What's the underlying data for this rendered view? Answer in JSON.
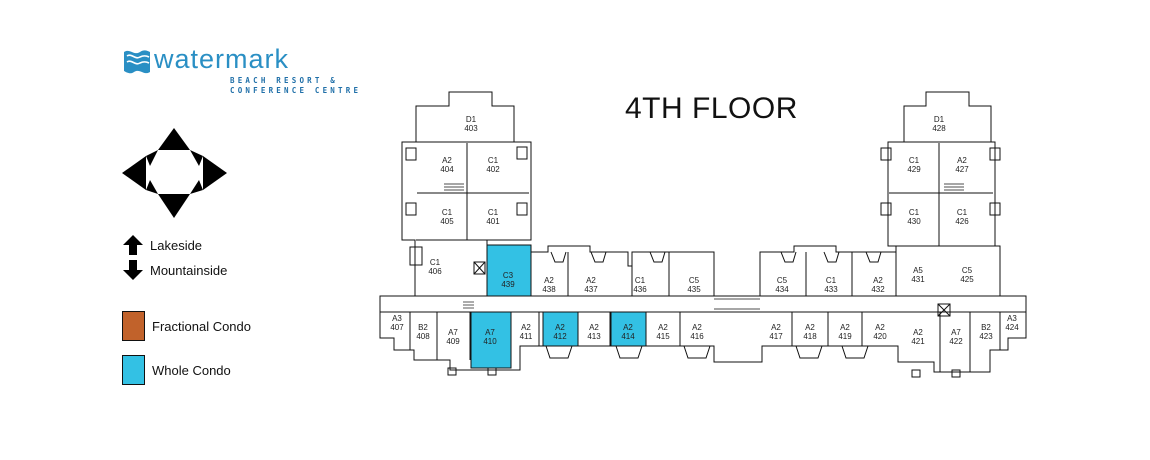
{
  "logo": {
    "wordmark": "watermark",
    "tagline_1": "BEACH RESORT &",
    "tagline_2": "CONFERENCE CENTRE"
  },
  "floor_title": "4TH FLOOR",
  "legend": {
    "lakeside": "Lakeside",
    "mountainside": "Mountainside",
    "fractional": "Fractional Condo",
    "whole": "Whole Condo"
  },
  "colors": {
    "fractional": "#c1622b",
    "whole": "#33c1e4",
    "brand": "#2a8fc4"
  },
  "units": {
    "u403": {
      "type": "D1",
      "num": "403"
    },
    "u404": {
      "type": "A2",
      "num": "404"
    },
    "u402": {
      "type": "C1",
      "num": "402"
    },
    "u405": {
      "type": "C1",
      "num": "405"
    },
    "u401": {
      "type": "C1",
      "num": "401"
    },
    "u406": {
      "type": "C1",
      "num": "406"
    },
    "u439": {
      "type": "C3",
      "num": "439"
    },
    "u438": {
      "type": "A2",
      "num": "438"
    },
    "u437": {
      "type": "A2",
      "num": "437"
    },
    "u436": {
      "type": "C1",
      "num": "436"
    },
    "u435": {
      "type": "C5",
      "num": "435"
    },
    "u434": {
      "type": "C5",
      "num": "434"
    },
    "u433": {
      "type": "C1",
      "num": "433"
    },
    "u432": {
      "type": "A2",
      "num": "432"
    },
    "u431": {
      "type": "A5",
      "num": "431"
    },
    "u425": {
      "type": "C5",
      "num": "425"
    },
    "u428": {
      "type": "D1",
      "num": "428"
    },
    "u429": {
      "type": "C1",
      "num": "429"
    },
    "u427": {
      "type": "A2",
      "num": "427"
    },
    "u430": {
      "type": "C1",
      "num": "430"
    },
    "u426": {
      "type": "C1",
      "num": "426"
    },
    "u407": {
      "type": "A3",
      "num": "407"
    },
    "u408": {
      "type": "B2",
      "num": "408"
    },
    "u409": {
      "type": "A7",
      "num": "409"
    },
    "u410": {
      "type": "A7",
      "num": "410"
    },
    "u411": {
      "type": "A2",
      "num": "411"
    },
    "u412": {
      "type": "A2",
      "num": "412"
    },
    "u413": {
      "type": "A2",
      "num": "413"
    },
    "u414": {
      "type": "A2",
      "num": "414"
    },
    "u415": {
      "type": "A2",
      "num": "415"
    },
    "u416": {
      "type": "A2",
      "num": "416"
    },
    "u417": {
      "type": "A2",
      "num": "417"
    },
    "u418": {
      "type": "A2",
      "num": "418"
    },
    "u419": {
      "type": "A2",
      "num": "419"
    },
    "u420": {
      "type": "A2",
      "num": "420"
    },
    "u421": {
      "type": "A2",
      "num": "421"
    },
    "u422": {
      "type": "A7",
      "num": "422"
    },
    "u423": {
      "type": "B2",
      "num": "423"
    },
    "u424": {
      "type": "A3",
      "num": "424"
    }
  }
}
